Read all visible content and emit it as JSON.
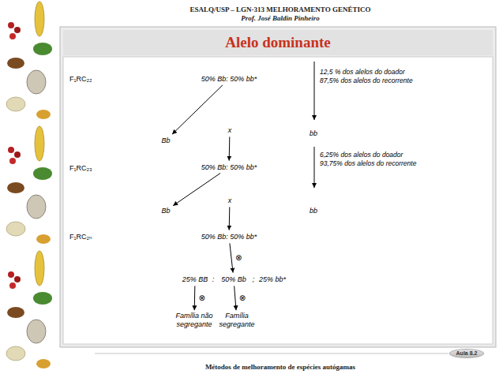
{
  "diagram": {
    "title": "Alelo dominante",
    "nodes": [
      {
        "text": [
          "50% Bb: 50% bb*"
        ]
      },
      {
        "text": [
          "Bb"
        ]
      },
      {
        "text": [
          "x"
        ]
      },
      {
        "text": [
          "50% Bb: 50% bb*"
        ]
      },
      {
        "text": [
          "Bb"
        ]
      },
      {
        "text": [
          "x"
        ]
      },
      {
        "text": [
          "50% Bb: 50% bb*"
        ]
      },
      {
        "text": [
          "25% BB"
        ]
      },
      {
        "text": [
          "50% Bb"
        ]
      },
      {
        "text": [
          "25% bb*"
        ]
      },
      {
        "text": [
          "Família não segregante"
        ]
      },
      {
        "text": [
          "Família segregante"
        ]
      },
      {
        "text": [
          "Aula 8.2"
        ]
      }
    ],
    "edges": [
      {
        "from": 0,
        "to": 1,
        "arrow": "to"
      },
      {
        "from": 2,
        "to": 3,
        "arrow": "to"
      },
      {
        "from": 3,
        "to": 4,
        "arrow": "to"
      },
      {
        "from": 5,
        "to": 6,
        "arrow": "to"
      },
      {
        "from": 6,
        "to": 8,
        "label": "⊗",
        "arrow": "to"
      },
      {
        "from": 7,
        "to": 10,
        "label": "⊗",
        "arrow": "to"
      },
      {
        "from": 8,
        "to": 11,
        "label": "⊗",
        "arrow": "to"
      }
    ],
    "labels": [
      "ESALQ/USP – LGN-313 MELHORAMENTO GENÉTICO",
      "Prof. José Baldin Pinheiro",
      "F₁RC₂₂",
      "12,5 % dos alelos do doador",
      "87,5% dos alelos do recorrente",
      "bb",
      "6,25% dos alelos do doador",
      "93,75% dos alelos do recorrente",
      "F₁RC₂₃",
      "bb",
      "F₁RC₂ₙ",
      ":",
      ";",
      "Métodos de melhoramento de espécies autógamas"
    ]
  }
}
